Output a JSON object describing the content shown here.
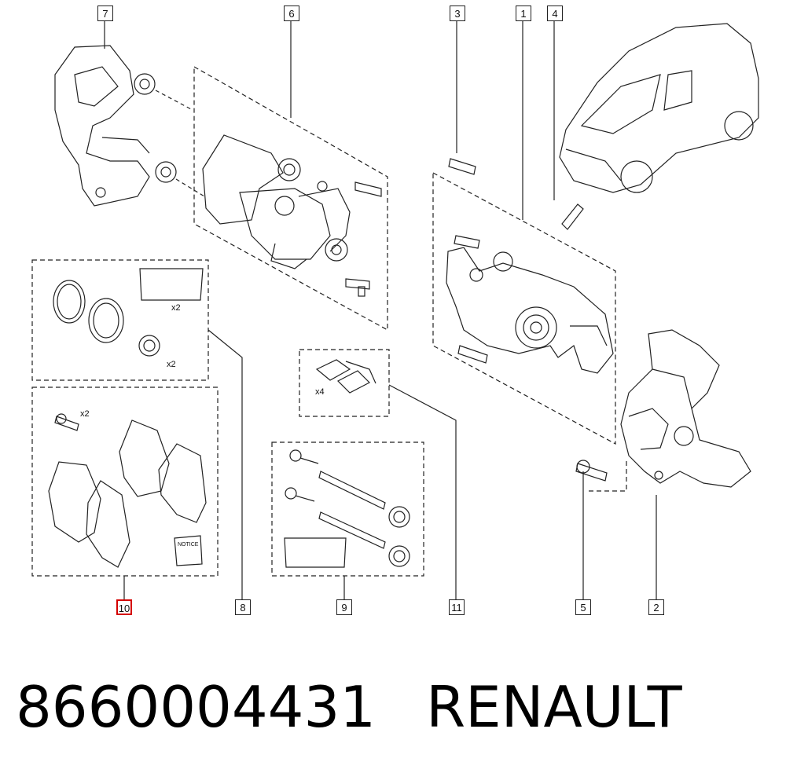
{
  "callouts": [
    "1",
    "2",
    "3",
    "4",
    "5",
    "6",
    "7",
    "8",
    "9",
    "10",
    "11"
  ],
  "quantities": {
    "seal_x2": "x2",
    "boot_x2": "x2",
    "clip_x4": "x4",
    "bolt_x2": "x2"
  },
  "notice_label": "NOTICE",
  "highlight_color": "#d40000",
  "part_number": "8660004431",
  "brand": "RENAULT"
}
